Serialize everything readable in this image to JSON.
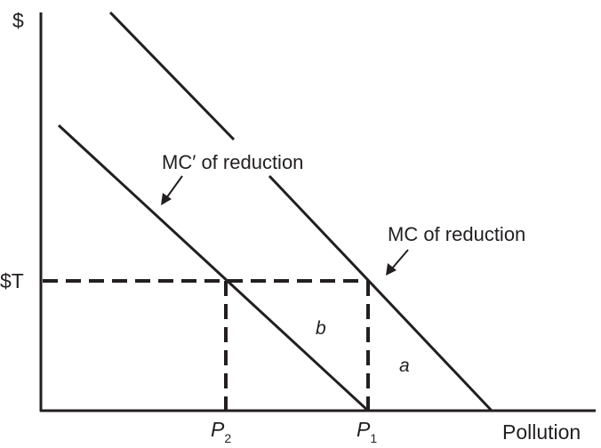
{
  "axes": {
    "y_label": "$",
    "x_label": "Pollution",
    "tax_label": "$T"
  },
  "curves": {
    "mc_label": "MC of reduction",
    "mc_prime_label": "MC′ of reduction"
  },
  "points": {
    "p1": {
      "main": "P",
      "sub": "1"
    },
    "p2": {
      "main": "P",
      "sub": "2"
    }
  },
  "regions": {
    "a": "a",
    "b": "b"
  },
  "colors": {
    "ink": "#231f20",
    "background": "#ffffff"
  }
}
